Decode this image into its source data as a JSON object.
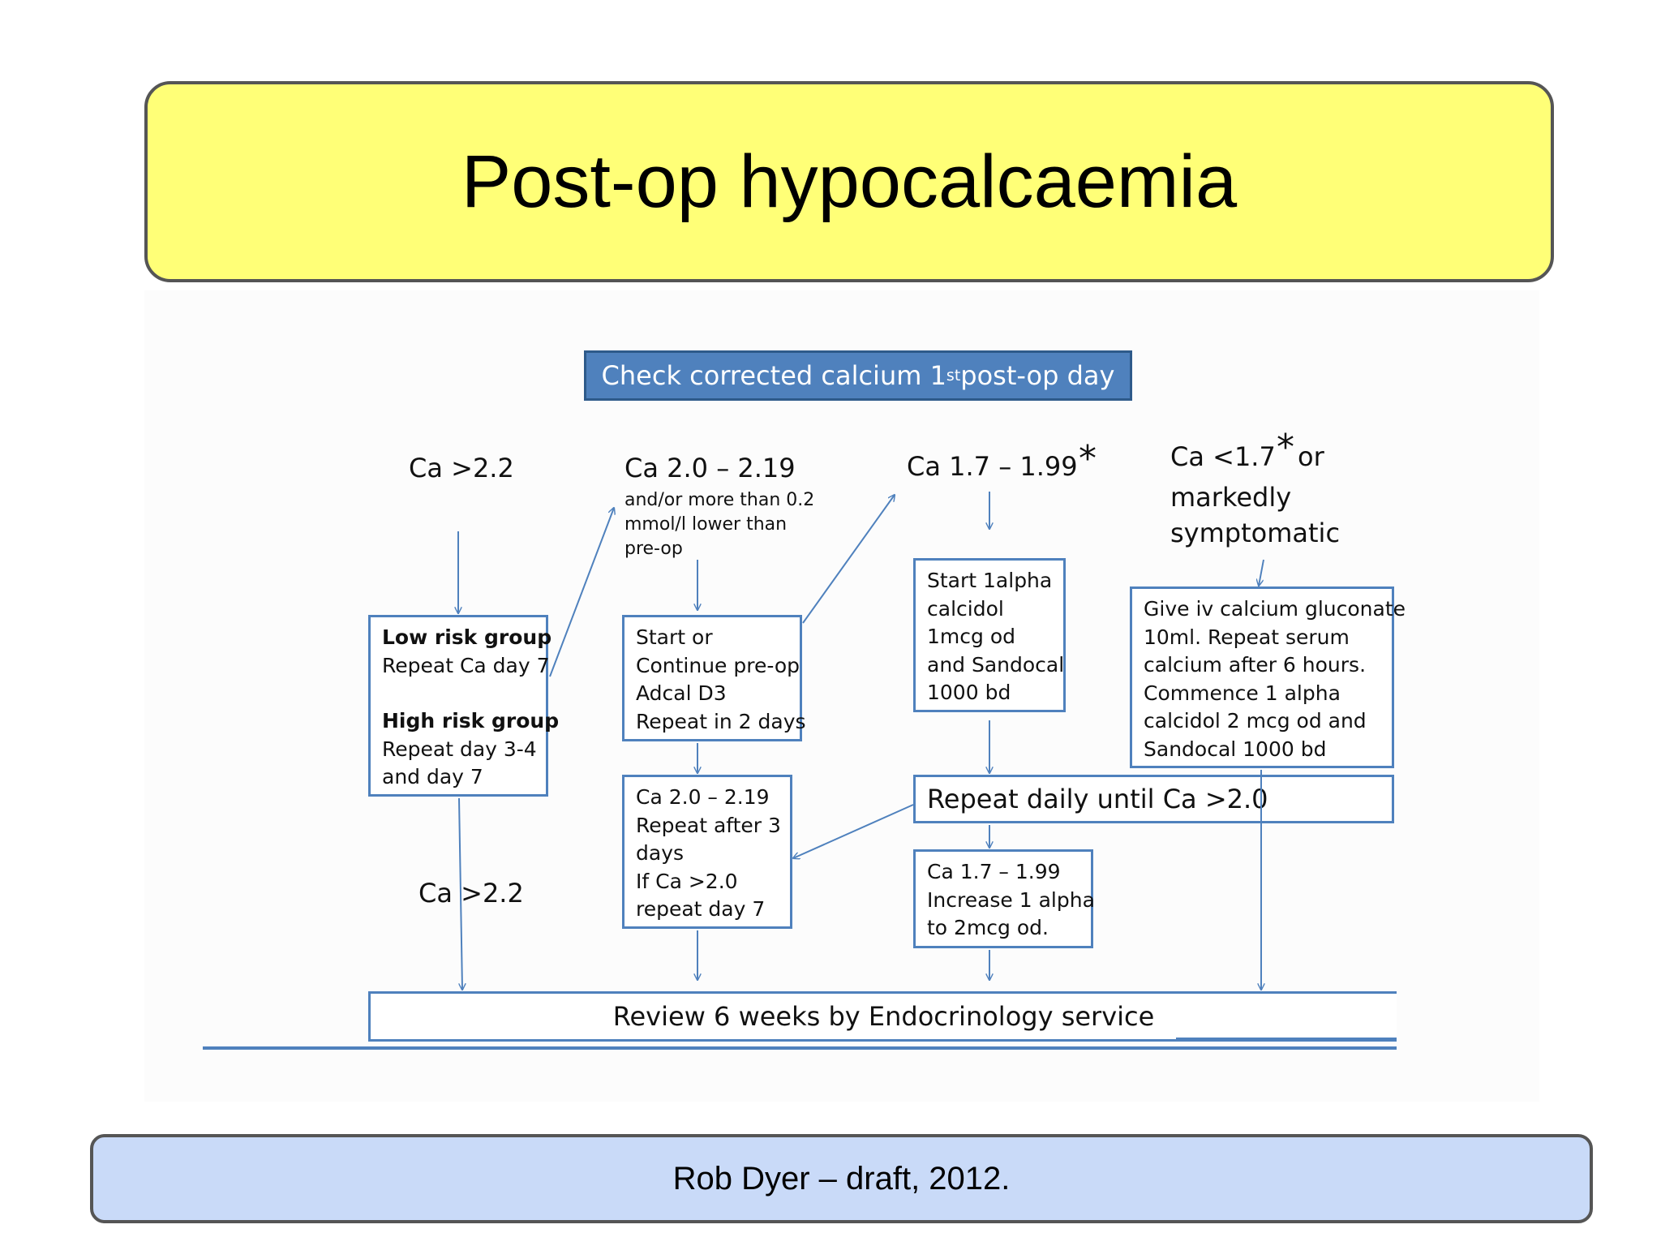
{
  "title": "Post-op hypocalcaemia",
  "footer": "Rob Dyer – draft, 2012.",
  "start_node": {
    "text": "Check corrected  calcium 1",
    "sup": "st",
    "tail": " post-op day"
  },
  "columns": {
    "c1": {
      "label": "Ca >2.2"
    },
    "c2": {
      "label": "Ca 2.0 – 2.19",
      "note": [
        "and/or more than 0.2",
        "mmol/l lower than",
        "pre-op"
      ]
    },
    "c3": {
      "label": "Ca 1.7 – 1.99",
      "star": "*"
    },
    "c4": {
      "label_line1": "Ca <1.7",
      "star": "*",
      "or": "or",
      "label_line2": "markedly",
      "label_line3": "symptomatic"
    }
  },
  "boxes": {
    "risk": {
      "low_title": "Low risk group",
      "low_text": "Repeat Ca day 7",
      "high_title": "High risk group",
      "high_lines": [
        "Repeat day 3-4",
        "and day 7"
      ]
    },
    "adcal": {
      "lines": [
        "Start or",
        "Continue pre-op",
        "Adcal D3",
        "Repeat in 2 days"
      ]
    },
    "alpha1": {
      "lines": [
        "Start 1alpha",
        "calcidol",
        "1mcg  od",
        "and Sandocal",
        "1000 bd"
      ]
    },
    "iv": {
      "lines": [
        "Give iv calcium gluconate",
        "10ml.  Repeat serum",
        "calcium after 6 hours.",
        "Commence 1 alpha",
        "calcidol 2 mcg od and",
        "Sandocal 1000 bd"
      ]
    },
    "repeat3": {
      "lines": [
        "Ca 2.0 – 2.19",
        "Repeat after 3",
        "days",
        "If Ca >2.0",
        "repeat day 7"
      ]
    },
    "repeat_daily": {
      "text": "Repeat daily until Ca >2.0"
    },
    "increase": {
      "lines": [
        "Ca 1.7 – 1.99",
        "Increase 1 alpha",
        "to 2mcg od."
      ]
    },
    "review": {
      "text": "Review 6 weeks by Endocrinology service"
    }
  },
  "edge_label": "Ca >2.2",
  "colors": {
    "title_fill": "#ffff77",
    "footer_fill": "#c9daf8",
    "accent": "#4f81bd"
  }
}
